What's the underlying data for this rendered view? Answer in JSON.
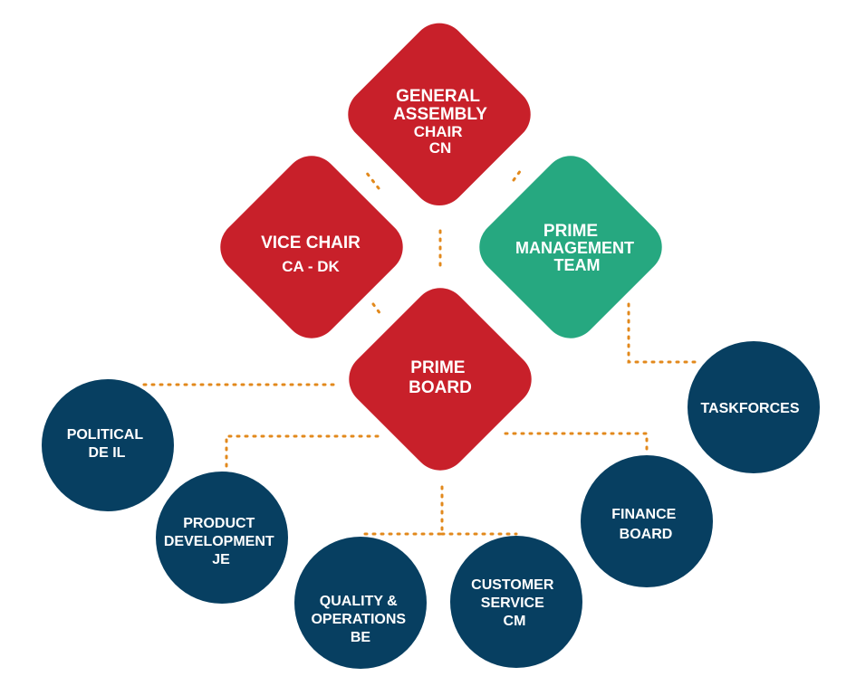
{
  "colors": {
    "red": "#c8202a",
    "green": "#26a880",
    "navy": "#073f61",
    "connector": "#e2891c"
  },
  "diamonds": {
    "general_assembly": {
      "line1": "GENERAL",
      "line2": "ASSEMBLY",
      "line3": "CHAIR",
      "line4": "CN"
    },
    "vice_chair": {
      "line1": "VICE CHAIR",
      "line2": "CA - DK"
    },
    "prime_management": {
      "line1": "PRIME",
      "line2": "MANAGEMENT",
      "line3": "TEAM"
    },
    "prime_board": {
      "line1": "PRIME",
      "line2": "BOARD"
    }
  },
  "circles": {
    "political": {
      "line1": "POLITICAL",
      "line2": "DE IL"
    },
    "product_development": {
      "line1": "PRODUCT",
      "line2": "DEVELOPMENT",
      "line3": "JE"
    },
    "quality_operations": {
      "line1": "QUALITY &",
      "line2": "OPERATIONS",
      "line3": "BE"
    },
    "customer_service": {
      "line1": "CUSTOMER",
      "line2": "SERVICE",
      "line3": "CM"
    },
    "finance_board": {
      "line1": "FINANCE",
      "line2": "BOARD"
    },
    "taskforces": {
      "line1": "TASKFORCES"
    }
  }
}
